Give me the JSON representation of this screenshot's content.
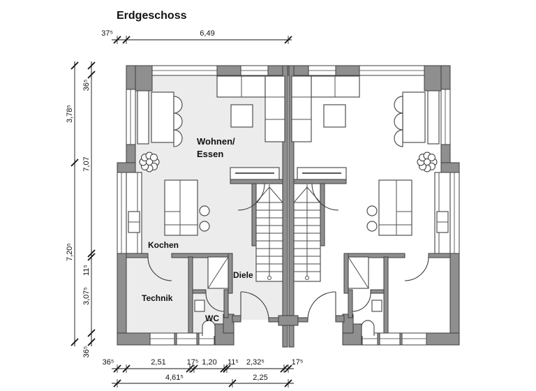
{
  "title": "Erdgeschoss",
  "floor_plan": {
    "rooms": {
      "living_line1": "Wohnen/",
      "living_line2": "Essen",
      "kitchen": "Kochen",
      "utility": "Technik",
      "wc": "WC",
      "hallway": "Diele"
    }
  },
  "dimensions": {
    "top": [
      "37⁵",
      "6,49"
    ],
    "left_outer": [
      "3,78⁵",
      "7,20⁵"
    ],
    "left_inner": [
      "36⁵",
      "7,07",
      "11⁵",
      "3,07⁵",
      "36⁵"
    ],
    "bottom_upper": [
      "36⁵",
      "2,51",
      "17⁵",
      "1,20",
      "11⁵",
      "2,32⁵",
      "17⁵"
    ],
    "bottom_lower": [
      "4,61⁵",
      "2,25"
    ]
  },
  "colors": {
    "wall": "#8f8f8f",
    "wall_outline": "#3c3c3c",
    "highlighted_floor": "#ececec",
    "plain_floor": "#ffffff",
    "line": "#111111"
  }
}
